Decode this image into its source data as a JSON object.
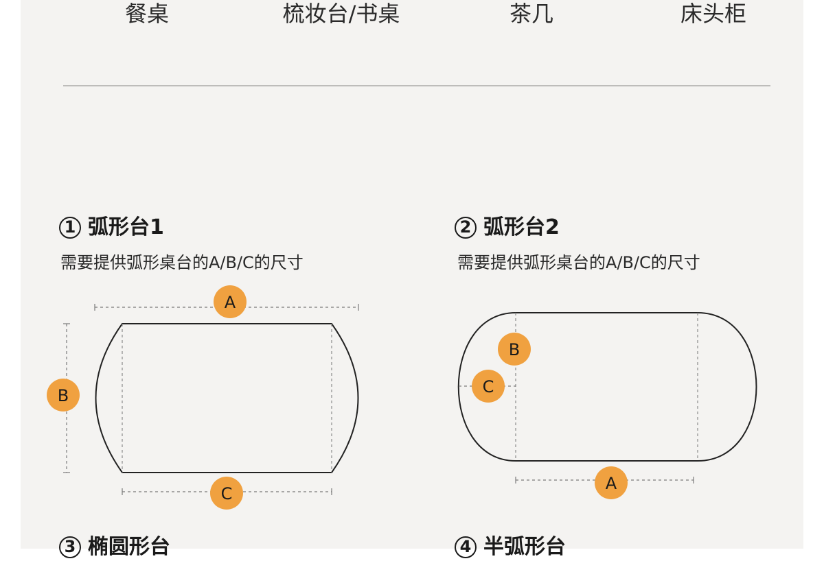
{
  "categories": [
    "餐桌",
    "梳妆台/书桌",
    "茶几",
    "床头柜"
  ],
  "sections": [
    {
      "number": "1",
      "title": "弧形台1",
      "desc": "需要提供弧形桌台的A/B/C的尺寸",
      "badges": {
        "a": "A",
        "b": "B",
        "c": "C"
      }
    },
    {
      "number": "2",
      "title": "弧形台2",
      "desc": "需要提供弧形桌台的A/B/C的尺寸",
      "badges": {
        "a": "A",
        "b": "B",
        "c": "C"
      }
    },
    {
      "number": "3",
      "title": "椭圆形台"
    },
    {
      "number": "4",
      "title": "半弧形台"
    }
  ],
  "colors": {
    "accent": "#f0a140",
    "line": "#222222",
    "dashed": "#7a7a7a",
    "background": "#f4f3f1"
  }
}
